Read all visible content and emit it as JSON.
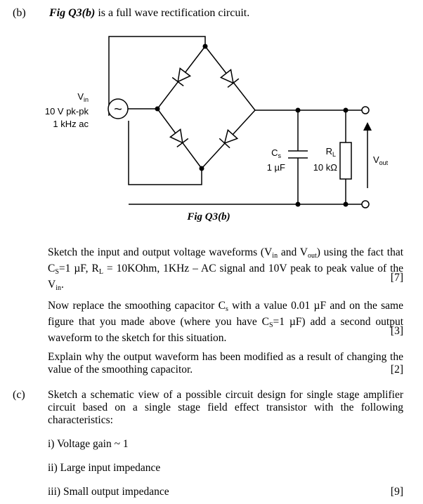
{
  "part_b": {
    "label": "(b)",
    "fig_ref": "Fig Q3(b)",
    "title_rest": " is a full wave rectification circuit.",
    "figure": {
      "caption": "Fig Q3(b)",
      "vin_label_main": "V",
      "vin_label_sub": "in",
      "vin_amplitude": "10 V pk-pk",
      "vin_freq": "1 kHz ac",
      "source_symbol": "~",
      "cs_label_main": "C",
      "cs_label_sub": "s",
      "cs_value": "1 µF",
      "rl_label_main": "R",
      "rl_label_sub": "L",
      "rl_value": "10 kΩ",
      "vout_label_main": "V",
      "vout_label_sub": "out"
    },
    "para1": {
      "t1": "Sketch the input and output voltage waveforms (V",
      "s1": "in",
      "t2": " and V",
      "s2": "out",
      "t3": ") using the fact that C",
      "s3": "S",
      "t4": "=1 µF, R",
      "s4": "L",
      "t5": " = 10KOhm, 1KHz – AC signal and 10V peak to peak value of the V",
      "s5": "in",
      "t6": ".",
      "marks": "[7]"
    },
    "para2": {
      "t1": "Now replace the smoothing capacitor C",
      "s1": "s",
      "t2": " with a value 0.01 µF and on the same figure that you made above (where you have C",
      "s2": "S",
      "t3": "=1 µF) add a second output waveform to the sketch for this situation.",
      "marks": "[3]"
    },
    "para3": {
      "text": "Explain why the output waveform has been modified as a result of changing the value of the smoothing capacitor.",
      "marks": "[2]"
    }
  },
  "part_c": {
    "label": "(c)",
    "text": "Sketch a schematic view of a possible circuit design for single stage amplifier circuit based on a single stage field effect transistor with the following characteristics:",
    "items": [
      "i) Voltage gain ~ 1",
      "ii) Large input impedance",
      "iii) Small output impedance"
    ],
    "marks": "[9]"
  }
}
